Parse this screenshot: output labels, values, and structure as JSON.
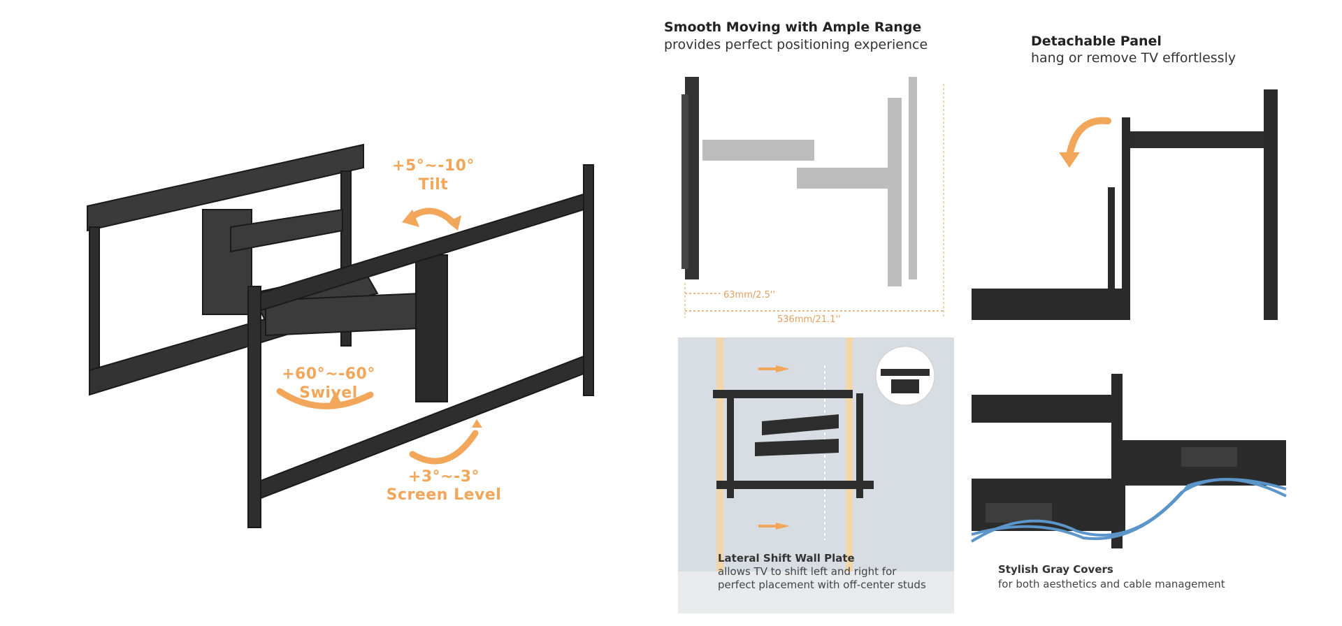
{
  "main_product": {
    "tilt": {
      "value": "+5°~-10°",
      "label": "Tilt"
    },
    "swivel": {
      "value": "+60°~-60°",
      "label": "Swivel"
    },
    "screen_level": {
      "value": "+3°~-3°",
      "label": "Screen Level"
    }
  },
  "range_panel": {
    "title": "Smooth Moving with Ample Range",
    "subtitle": "provides perfect positioning experience",
    "dim_small": "63mm/2.5''",
    "dim_large": "536mm/21.1''"
  },
  "detachable_panel": {
    "title": "Detachable Panel",
    "subtitle": "hang or remove TV effortlessly"
  },
  "lateral_panel": {
    "title": "Lateral Shift Wall Plate",
    "line1": "allows TV to shift left and right for",
    "line2": "perfect placement with off-center studs"
  },
  "covers_panel": {
    "title": "Stylish Gray Covers",
    "subtitle": "for both aesthetics and cable management"
  },
  "colors": {
    "accent": "#f2a65a",
    "metal": "#2b2b2b",
    "cable": "#5b95c9",
    "backdrop": "#d7dde2"
  }
}
